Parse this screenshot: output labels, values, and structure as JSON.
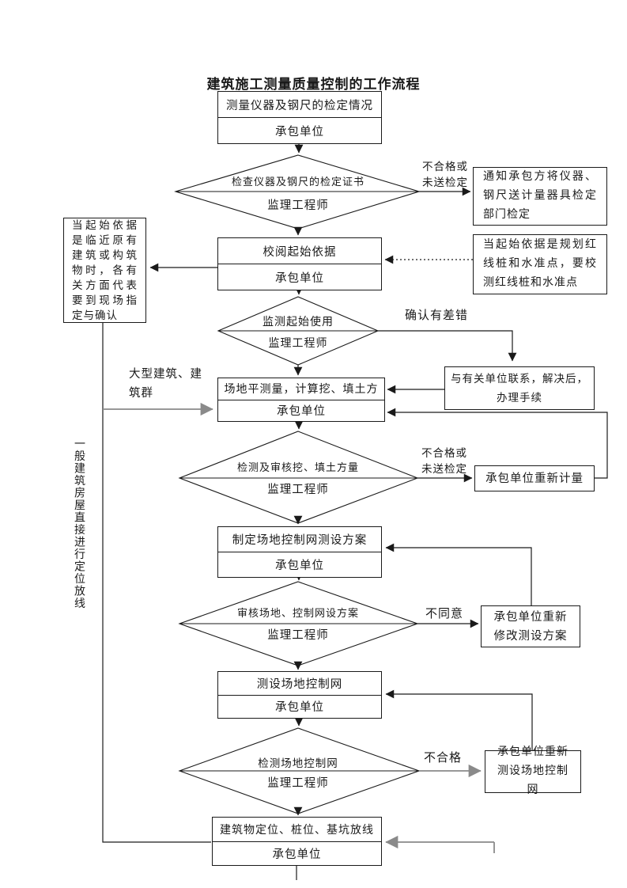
{
  "title": "建筑施工测量质量控制的工作流程",
  "nodes": {
    "start_row1": "测量仪器及钢尺的检定情况",
    "start_row2": "承包单位",
    "d1_row1": "检查仪器及钢尺的检定证书",
    "d1_row2": "监理工程师",
    "notify_box": "通知承包方将仪器、钢尺送计量器具检定部门检定",
    "check_basis_row1": "校阅起始依据",
    "check_basis_row2": "承包单位",
    "left_note": "当起始依据是临近原有建筑或构筑物时，各有关方面代表要到现场指定与确认",
    "right_note": "当起始依据是规划红线桩和水准点，要校测红线桩和水准点",
    "d2_row1": "监测起始使用",
    "d2_row2": "监理工程师",
    "contact_box": "与有关单位联系，解决后，办理手续",
    "survey_row1": "场地平测量，计算挖、填土方",
    "survey_row2": "承包单位",
    "d3_row1": "检测及审核挖、填土方量",
    "d3_row2": "监理工程师",
    "remeasure_box": "承包单位重新计量",
    "plan_row1": "制定场地控制网测设方案",
    "plan_row2": "承包单位",
    "d4_row1": "审核场地、控制网设方案",
    "d4_row2": "监理工程师",
    "revise_box": "承包单位重新修改测设方案",
    "network_row1": "测设场地控制网",
    "network_row2": "承包单位",
    "d5_row1": "检测场地控制网",
    "d5_row2": "监理工程师",
    "renetwork_box": "承包单位重新测设场地控制网",
    "locate_row1": "建筑物定位、桩位、基坑放线",
    "locate_row2": "承包单位"
  },
  "labels": {
    "fail_or_unsent_1": "不合格或\n未送检定",
    "confirm_error": "确认有差错",
    "fail_or_unsent_2": "不合格或\n未送检定",
    "disagree": "不同意",
    "fail": "不合格",
    "large_buildings": "大型建筑、建筑群",
    "general_buildings": "一般建筑房屋直接进行定位放线"
  },
  "colors": {
    "line": "#1a1a1a",
    "line_gray": "#8a8a8a",
    "background": "#ffffff"
  }
}
